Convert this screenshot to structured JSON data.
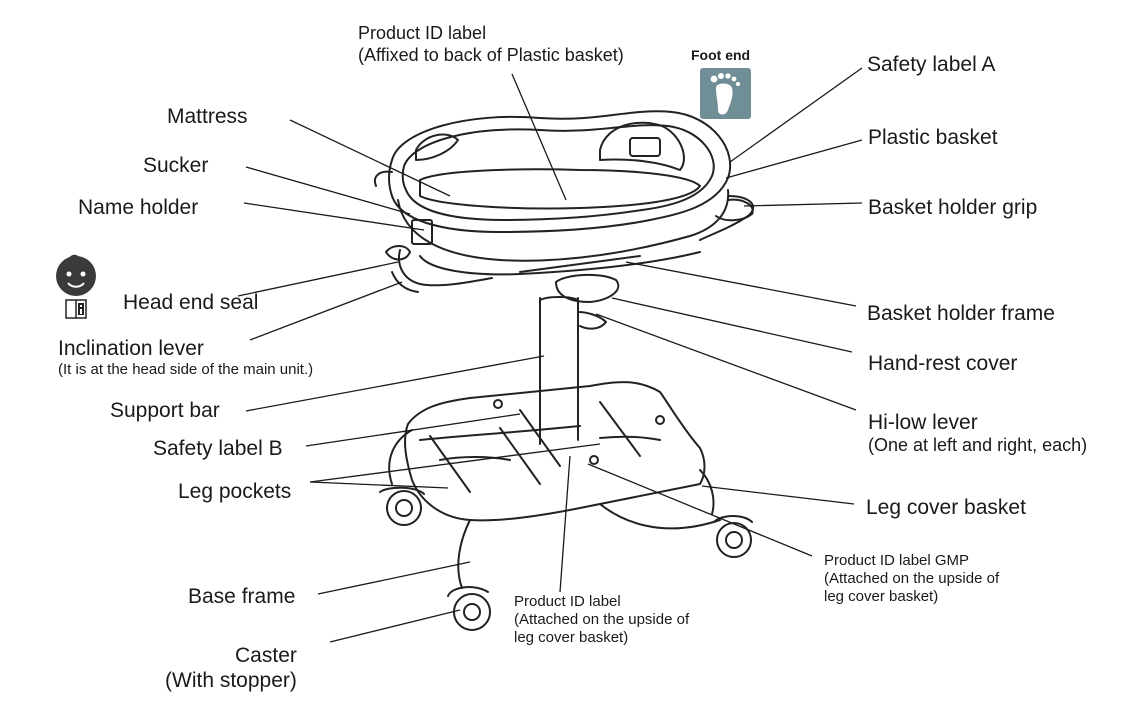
{
  "labels": {
    "product_id_top": "Product ID label",
    "product_id_top_sub": "(Affixed to back of Plastic basket)",
    "foot_end": "Foot end",
    "mattress": "Mattress",
    "sucker": "Sucker",
    "name_holder": "Name holder",
    "head_end_seal": "Head end seal",
    "inclination_lever": "Inclination lever",
    "inclination_lever_sub": "(It is at the head side of the main unit.)",
    "support_bar": "Support bar",
    "safety_label_b": "Safety label B",
    "leg_pockets": "Leg pockets",
    "base_frame": "Base frame",
    "caster": "Caster",
    "caster_sub": "(With stopper)",
    "safety_label_a": "Safety label A",
    "plastic_basket": "Plastic basket",
    "basket_holder_grip": "Basket holder grip",
    "basket_holder_frame": "Basket holder frame",
    "hand_rest_cover": "Hand-rest cover",
    "hi_low_lever": "Hi-low lever",
    "hi_low_lever_sub": "(One at left and right, each)",
    "leg_cover_basket": "Leg cover basket",
    "product_id_gmp": "Product ID label GMP",
    "product_id_gmp_sub1": "(Attached on the upside of",
    "product_id_gmp_sub2": "leg cover basket)",
    "product_id_bottom": "Product ID label",
    "product_id_bottom_sub1": "(Attached on the upside of",
    "product_id_bottom_sub2": "leg cover basket)"
  },
  "icons": {
    "foot_end_icon": "foot-icon",
    "head_end_icon": "baby-face-icon",
    "foot_icon_color": "#6f8e95"
  }
}
